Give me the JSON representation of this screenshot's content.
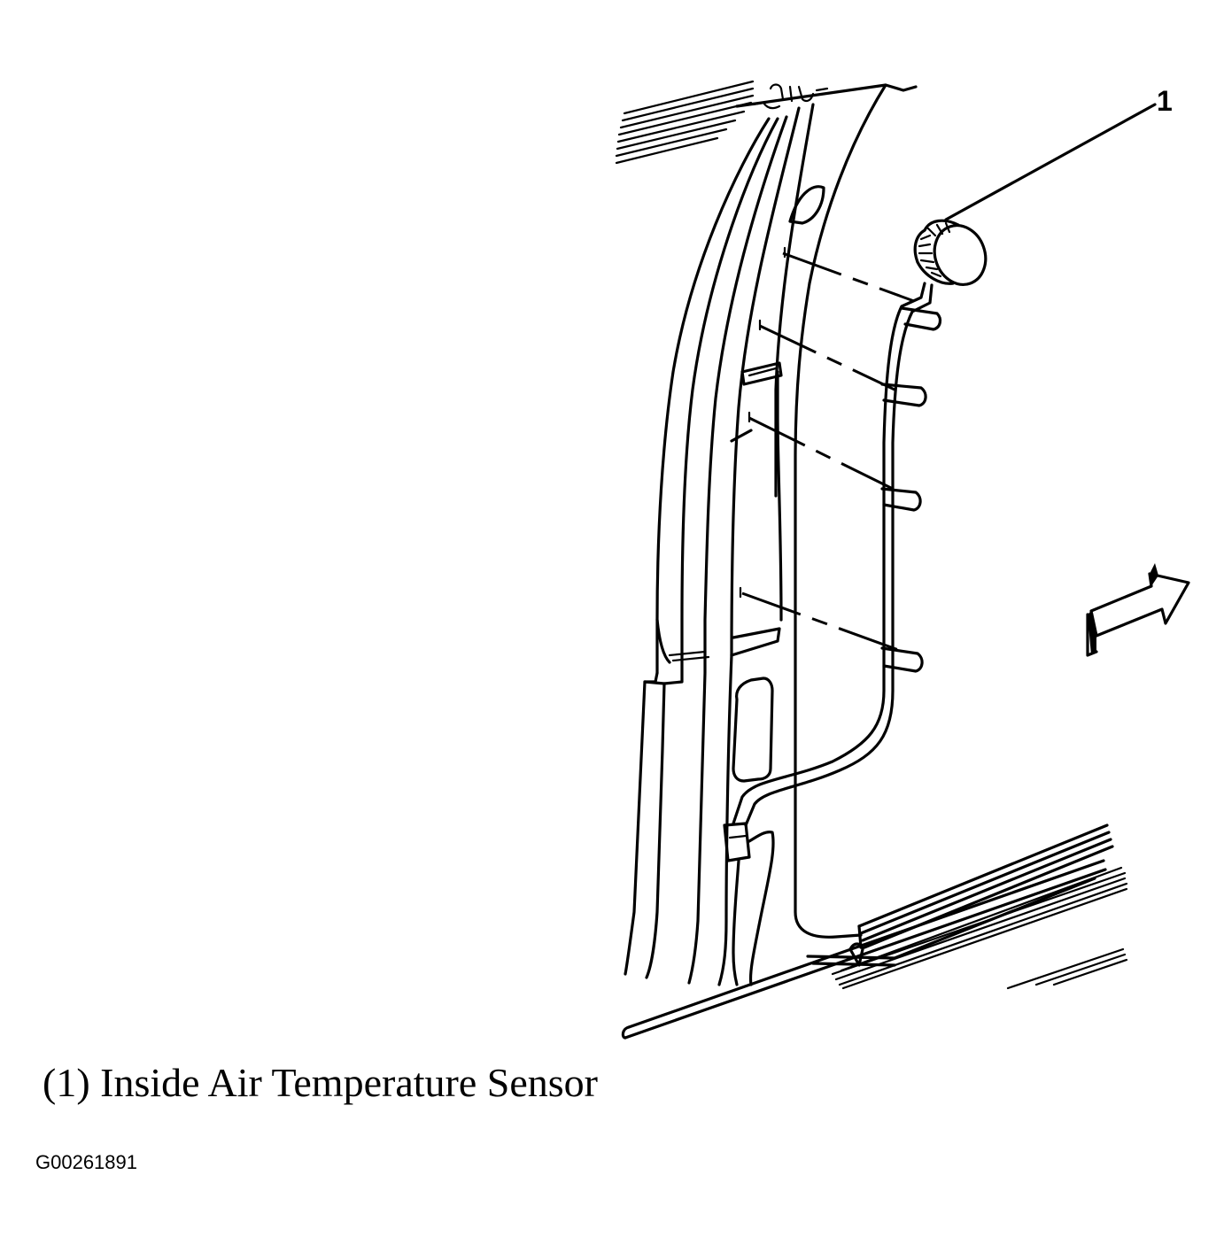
{
  "callouts": [
    {
      "number": "1"
    }
  ],
  "caption": "(1) Inside Air Temperature Sensor",
  "figure_id": "G00261891",
  "parts": [
    {
      "number": "1",
      "name": "Inside Air Temperature Sensor"
    }
  ]
}
